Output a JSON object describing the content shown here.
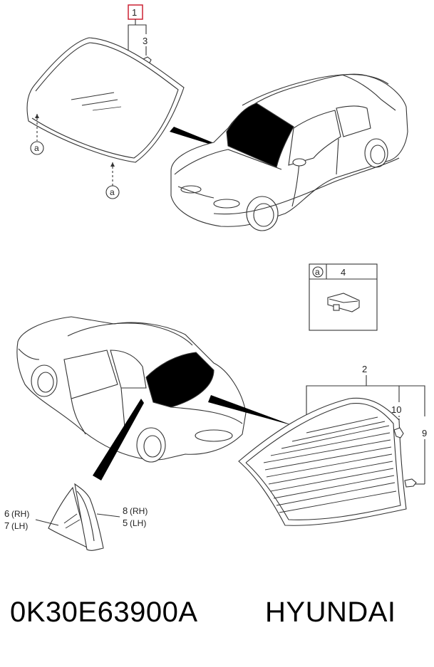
{
  "callouts": {
    "c1": "1",
    "c2": "2",
    "c3": "3",
    "c4": "4",
    "c10": "10",
    "c9": "9",
    "c6": "6",
    "c7": "7",
    "c8": "8",
    "c5": "5",
    "rh_left": "(RH)",
    "lh_left": "(LH)",
    "rh_right": "(RH)",
    "lh_right": "(LH)",
    "ref_a1": "a",
    "ref_a2": "a",
    "ref_a3": "a"
  },
  "footer": {
    "part_number": "0K30E63900A",
    "brand": "HYUNDAI"
  },
  "colors": {
    "highlight": "#cc2233",
    "line": "#333333",
    "glass_fill": "#000000"
  }
}
